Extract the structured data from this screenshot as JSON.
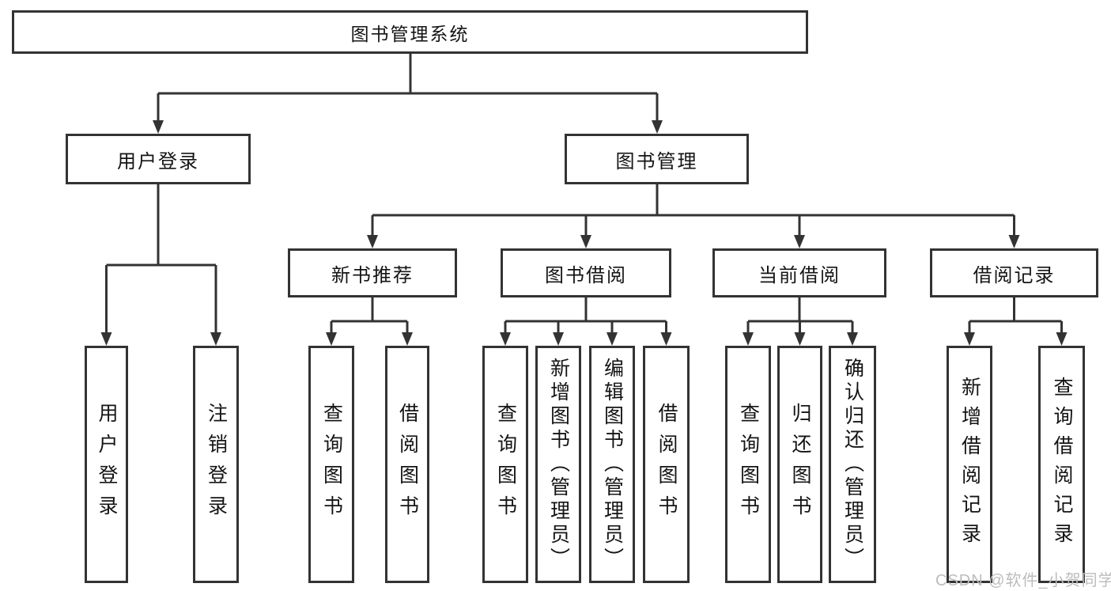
{
  "colors": {
    "background": "#ffffff",
    "box_border": "#333333",
    "connector_line": "#333333",
    "text": "#141414",
    "watermark": "#bcbcbc"
  },
  "tree": {
    "label": "图书管理系统",
    "children": [
      {
        "label": "用户登录",
        "children": [
          {
            "label": "用户登录"
          },
          {
            "label": "注销登录"
          }
        ]
      },
      {
        "label": "图书管理",
        "children": [
          {
            "label": "新书推荐",
            "children": [
              {
                "label": "查询图书"
              },
              {
                "label": "借阅图书"
              }
            ]
          },
          {
            "label": "图书借阅",
            "children": [
              {
                "label": "查询图书"
              },
              {
                "label": "新增图书（管理员）"
              },
              {
                "label": "编辑图书（管理员）"
              },
              {
                "label": "借阅图书"
              }
            ]
          },
          {
            "label": "当前借阅",
            "children": [
              {
                "label": "查询图书"
              },
              {
                "label": "归还图书"
              },
              {
                "label": "确认归还（管理员）"
              }
            ]
          },
          {
            "label": "借阅记录",
            "children": [
              {
                "label": "新增借阅记录"
              },
              {
                "label": "查询借阅记录"
              }
            ]
          }
        ]
      }
    ]
  },
  "watermark": {
    "text": "CSDN @软件_小贺同学"
  }
}
